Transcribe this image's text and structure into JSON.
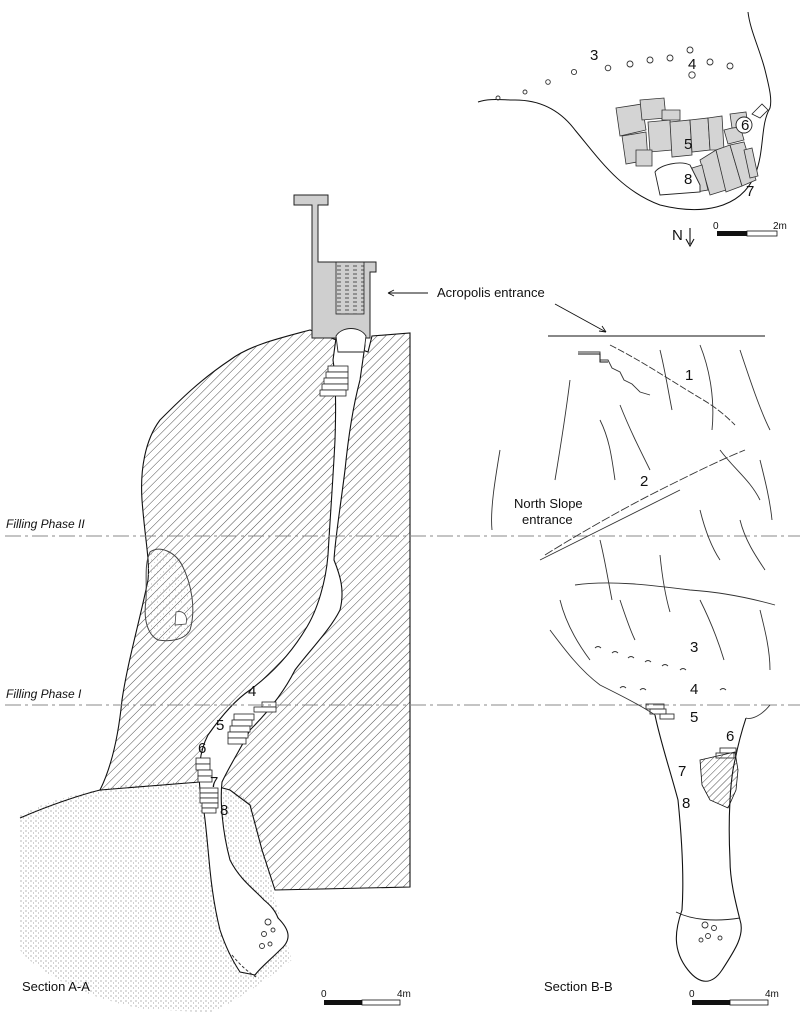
{
  "phase_lines": {
    "phase_2": "Filling Phase II",
    "phase_1": "Filling Phase I"
  },
  "section_a": {
    "title": "Section A-A",
    "numbers": [
      "4",
      "5",
      "6",
      "7",
      "8"
    ],
    "scale_start": "0",
    "scale_end": "4m"
  },
  "section_b": {
    "title": "Section B-B",
    "numbers": [
      "1",
      "2",
      "3",
      "4",
      "5",
      "6",
      "7",
      "8"
    ],
    "scale_start": "0",
    "scale_end": "4m"
  },
  "plan": {
    "numbers": [
      "3",
      "4",
      "5",
      "6",
      "7",
      "8"
    ],
    "north": "N",
    "scale_start": "0",
    "scale_end": "2m"
  },
  "labels": {
    "acropolis_entrance": "Acropolis entrance",
    "north_slope_line1": "North Slope",
    "north_slope_line2": "entrance"
  }
}
